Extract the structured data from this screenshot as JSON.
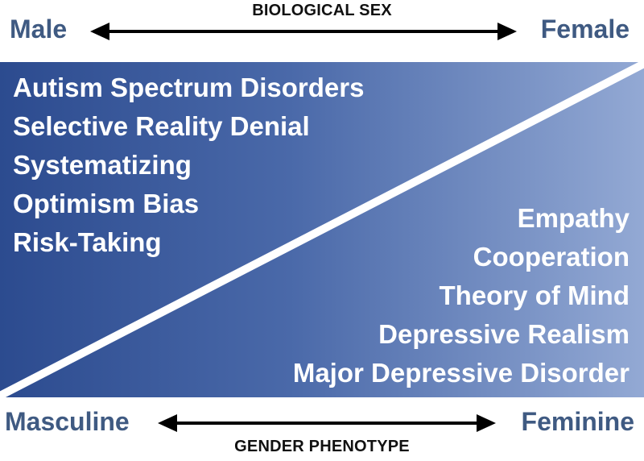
{
  "top_axis": {
    "title": "BIOLOGICAL SEX",
    "left": "Male",
    "right": "Female"
  },
  "bottom_axis": {
    "title": "GENDER PHENOTYPE",
    "left": "Masculine",
    "right": "Feminine"
  },
  "male_traits": [
    "Autism Spectrum Disorders",
    "Selective Reality Denial",
    "Systematizing",
    "Optimism Bias",
    "Risk-Taking"
  ],
  "female_traits": [
    "Empathy",
    "Cooperation",
    "Theory of Mind",
    "Depressive Realism",
    "Major Depressive Disorder"
  ],
  "colors": {
    "dark_blue": "#2c4b8f",
    "light_blue": "#93a9d4",
    "label_blue": "#3f5a82"
  }
}
